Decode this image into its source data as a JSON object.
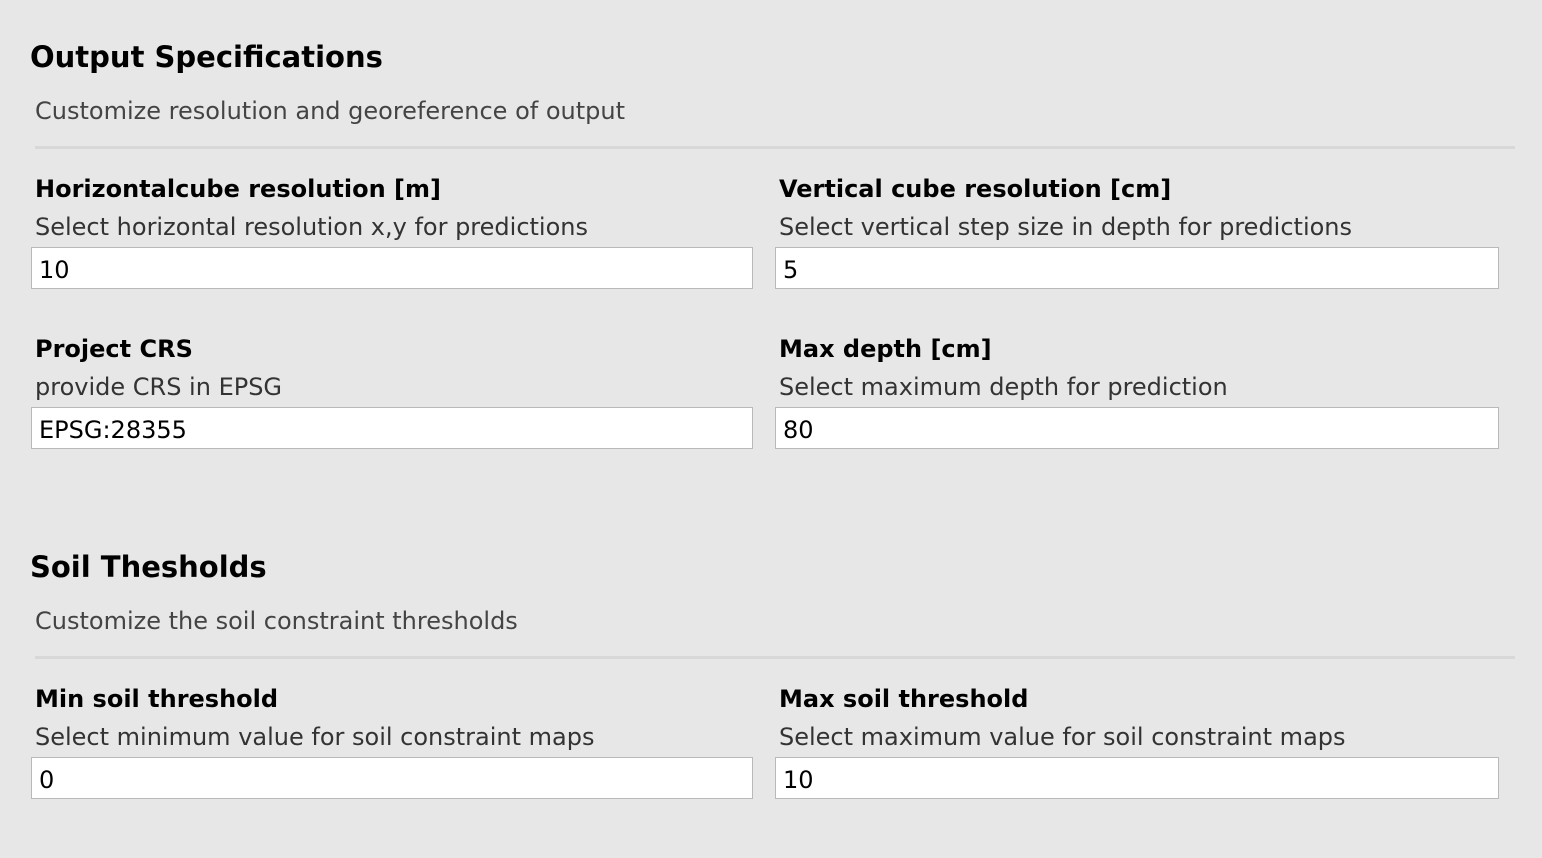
{
  "output_section": {
    "title": "Output Specifications",
    "description": "Customize resolution and georeference of output",
    "fields": {
      "horizontal_resolution": {
        "label": "Horizontalcube resolution [m]",
        "hint": "Select horizontal resolution x,y for predictions",
        "value": "10"
      },
      "vertical_resolution": {
        "label": "Vertical cube resolution [cm]",
        "hint": "Select vertical step size in depth for predictions",
        "value": "5"
      },
      "project_crs": {
        "label": "Project CRS",
        "hint": "provide CRS in EPSG",
        "value": "EPSG:28355"
      },
      "max_depth": {
        "label": "Max depth [cm]",
        "hint": "Select maximum depth for prediction",
        "value": "80"
      }
    }
  },
  "soil_section": {
    "title": "Soil Thesholds",
    "description": "Customize the soil constraint thresholds",
    "fields": {
      "min_threshold": {
        "label": "Min soil threshold",
        "hint": "Select minimum value for soil constraint maps",
        "value": "0"
      },
      "max_threshold": {
        "label": "Max soil threshold",
        "hint": "Select maximum value for soil constraint maps",
        "value": "10"
      }
    }
  }
}
